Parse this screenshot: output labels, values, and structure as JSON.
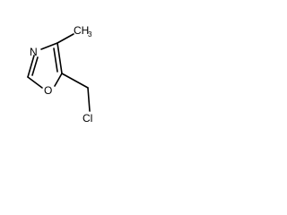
{
  "molecule": {
    "atoms": {
      "ring_nitrogen": "N",
      "ring_oxygen": "O",
      "methyl_c": "CH",
      "methyl_sub": "3",
      "chlorine": "Cl"
    }
  }
}
